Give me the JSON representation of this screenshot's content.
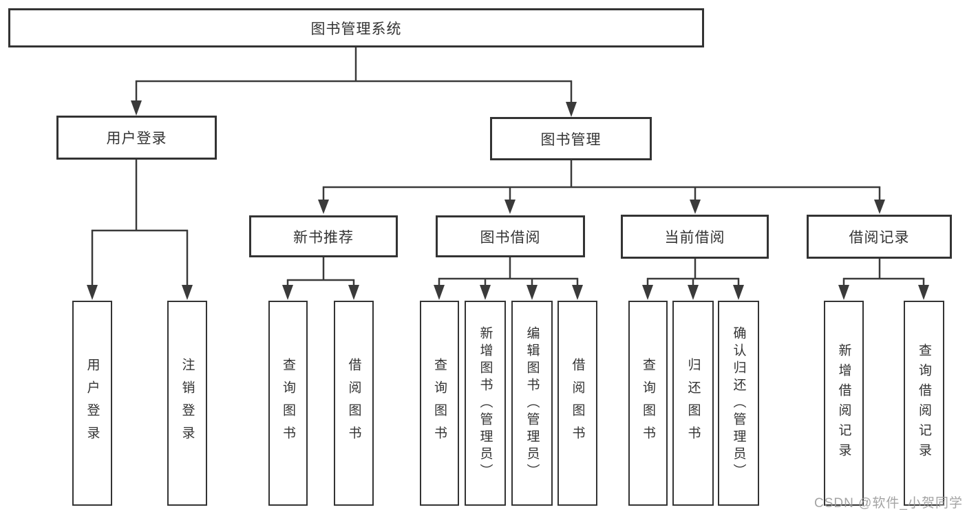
{
  "diagram": {
    "title": "图书管理系统",
    "branches": [
      {
        "label": "用户登录",
        "children": [
          "用户登录",
          "注销登录"
        ]
      },
      {
        "label": "图书管理",
        "sections": [
          {
            "label": "新书推荐",
            "children": [
              "查询图书",
              "借阅图书"
            ]
          },
          {
            "label": "图书借阅",
            "children": [
              "查询图书",
              "新增图书（管理员）",
              "编辑图书（管理员）",
              "借阅图书"
            ]
          },
          {
            "label": "当前借阅",
            "children": [
              "查询图书",
              "归还图书",
              "确认归还（管理员）"
            ]
          },
          {
            "label": "借阅记录",
            "children": [
              "新增借阅记录",
              "查询借阅记录"
            ]
          }
        ]
      }
    ]
  },
  "watermark": {
    "text": "CSDN @软件_小贺同学"
  },
  "colors": {
    "line": "#3a3a3a",
    "box_border": "#333333",
    "text": "#333333",
    "watermark": "#9a9a9a",
    "background": "#ffffff"
  }
}
